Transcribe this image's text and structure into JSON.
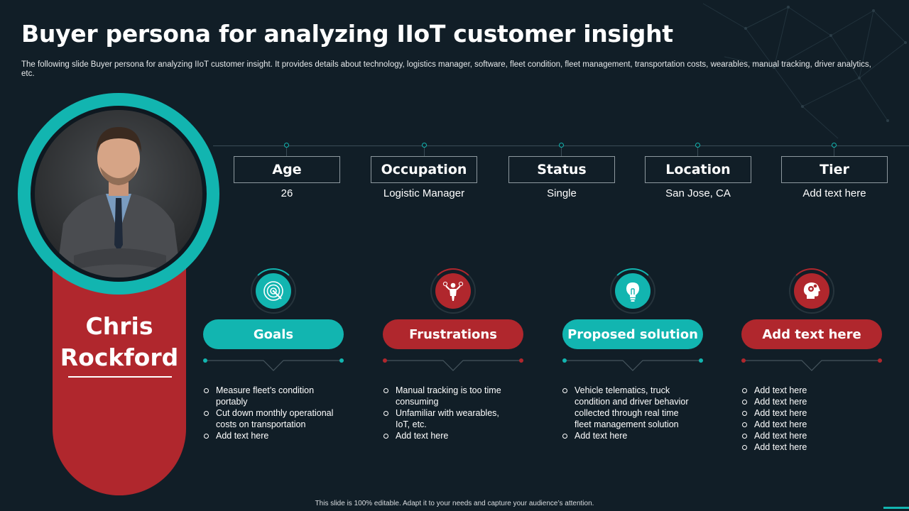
{
  "title": "Buyer persona for analyzing IIoT customer insight",
  "subtitle": "The following slide Buyer persona for analyzing IIoT customer insight. It provides details about technology, logistics manager, software, fleet condition, fleet management, transportation costs, wearables, manual tracking, driver analytics, etc.",
  "persona": {
    "first_name": "Chris",
    "last_name": "Rockford"
  },
  "attributes": [
    {
      "label": "Age",
      "value": "26"
    },
    {
      "label": "Occupation",
      "value": "Logistic Manager"
    },
    {
      "label": "Status",
      "value": "Single"
    },
    {
      "label": "Location",
      "value": "San Jose, CA"
    },
    {
      "label": "Tier",
      "value": "Add text here"
    }
  ],
  "sections": [
    {
      "label": "Goals",
      "icon": "target-icon",
      "color": "#12b5b0",
      "items": [
        "Measure fleet’s condition portably",
        "Cut down monthly operational costs on transportation",
        "Add text here"
      ]
    },
    {
      "label": "Frustrations",
      "icon": "frustrated-person-icon",
      "color": "#b0272d",
      "items": [
        "Manual tracking is too time consuming",
        "Unfamiliar with wearables, IoT, etc.",
        "Add text here"
      ]
    },
    {
      "label": "Proposed solution",
      "icon": "lightbulb-icon",
      "color": "#12b5b0",
      "items": [
        "Vehicle telematics, truck condition and driver behavior collected through real time fleet management solution",
        "Add text here"
      ]
    },
    {
      "label": "Add text here",
      "icon": "head-gears-icon",
      "color": "#b0272d",
      "items": [
        "Add text here",
        "Add text here",
        "Add text here",
        "Add text here",
        "Add text here",
        "Add text here"
      ]
    }
  ],
  "footer": "This slide is 100% editable. Adapt it to your needs and capture your audience’s attention.",
  "colors": {
    "background": "#111e27",
    "teal": "#12b5b0",
    "red": "#b0272d"
  }
}
